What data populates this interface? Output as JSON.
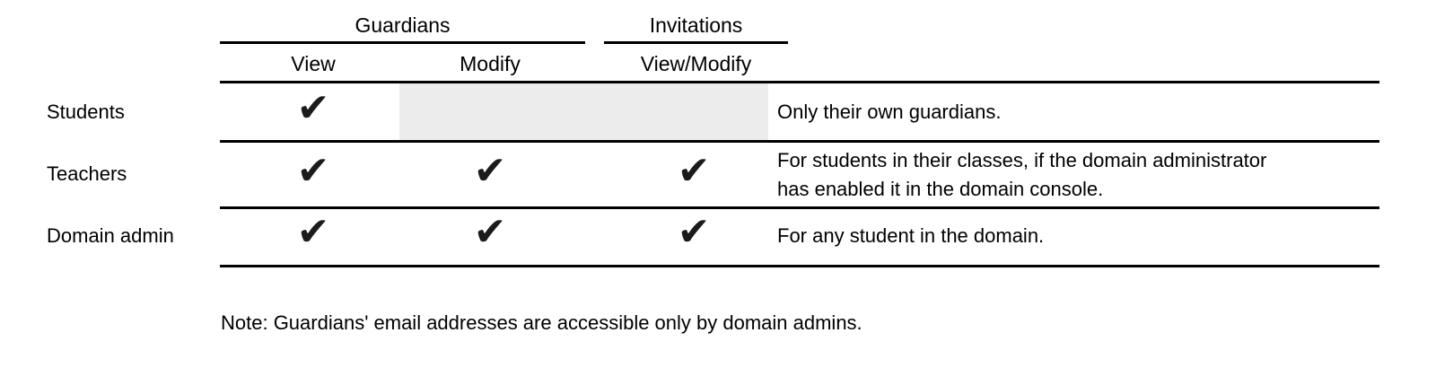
{
  "table": {
    "check_glyph": "✔",
    "column_groups": [
      {
        "label": "Guardians",
        "subcolumns": [
          "View",
          "Modify"
        ]
      },
      {
        "label": "Invitations",
        "subcolumns": [
          "View/Modify"
        ]
      }
    ],
    "headers": {
      "guardians": "Guardians",
      "invitations": "Invitations",
      "view": "View",
      "modify": "Modify",
      "view_modify": "View/Modify"
    },
    "rows": [
      {
        "label": "Students",
        "guardians_view": true,
        "guardians_modify": false,
        "invitations_view_modify": false,
        "note_lines": [
          "Only their own guardians."
        ]
      },
      {
        "label": "Teachers",
        "guardians_view": true,
        "guardians_modify": true,
        "invitations_view_modify": true,
        "note_lines": [
          "For students in their classes, if the domain administrator",
          "has enabled it in the domain console."
        ]
      },
      {
        "label": "Domain admin",
        "guardians_view": true,
        "guardians_modify": true,
        "invitations_view_modify": true,
        "note_lines": [
          "For any student in the domain."
        ]
      }
    ]
  },
  "footnote": "Note: Guardians' email addresses are accessible only by domain admins.",
  "colors": {
    "checkmark": "#1b1b1b",
    "disabled_cell": "#ececec",
    "rule": "#000000",
    "text": "#000000"
  }
}
